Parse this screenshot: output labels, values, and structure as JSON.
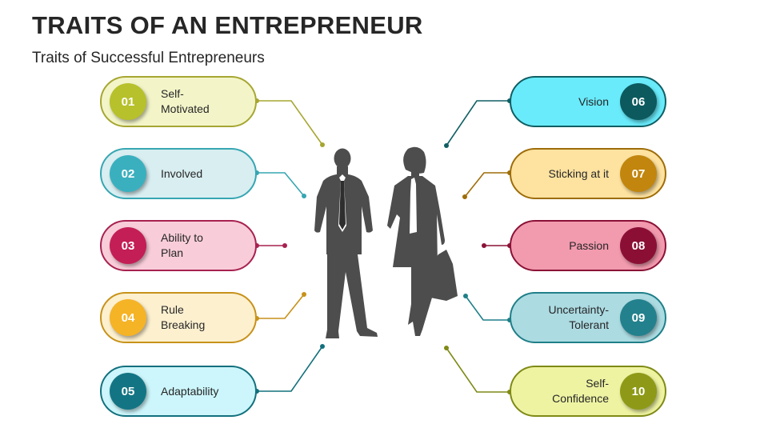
{
  "header": {
    "title": "TRAITS OF AN ENTREPRENEUR",
    "subtitle": "Traits of Successful Entrepreneurs"
  },
  "traits": [
    {
      "num": "01",
      "label": "Self-\nMotivated",
      "fill": "#f3f5c9",
      "border": "#a6a632",
      "accent": "#b7c12b"
    },
    {
      "num": "02",
      "label": "Involved",
      "fill": "#d8eef1",
      "border": "#36a6b2",
      "accent": "#3ab0bf"
    },
    {
      "num": "03",
      "label": "Ability to\nPlan",
      "fill": "#f8cdd9",
      "border": "#a72150",
      "accent": "#c41e56"
    },
    {
      "num": "04",
      "label": "Rule\nBreaking",
      "fill": "#fdf0cf",
      "border": "#c7921a",
      "accent": "#f5b326"
    },
    {
      "num": "05",
      "label": "Adaptability",
      "fill": "#ccf6fb",
      "border": "#12707d",
      "accent": "#137584"
    },
    {
      "num": "06",
      "label": "Vision",
      "fill": "#69ebfb",
      "border": "#105e63",
      "accent": "#0c5a5e"
    },
    {
      "num": "07",
      "label": "Sticking at it",
      "fill": "#fde2a0",
      "border": "#9e6d09",
      "accent": "#c2860e"
    },
    {
      "num": "08",
      "label": "Passion",
      "fill": "#f29aae",
      "border": "#8a1236",
      "accent": "#8b0f35"
    },
    {
      "num": "09",
      "label": "Uncertainty-\nTolerant",
      "fill": "#acdbe2",
      "border": "#1f7f88",
      "accent": "#23818d"
    },
    {
      "num": "10",
      "label": "Self-\nConfidence",
      "fill": "#eef3a2",
      "border": "#7f8a16",
      "accent": "#8e9a17"
    }
  ]
}
